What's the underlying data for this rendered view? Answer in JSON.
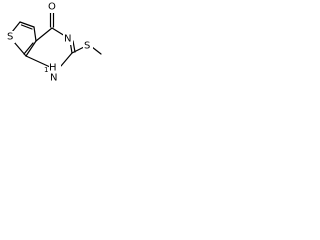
{
  "molecule": {
    "atoms": {
      "S_ring": "S",
      "O": "O",
      "N_upper": "N",
      "S_methylthio": "S",
      "N_lower": "N",
      "N_lower_H": "H",
      "N_lower_sub": "1"
    }
  }
}
